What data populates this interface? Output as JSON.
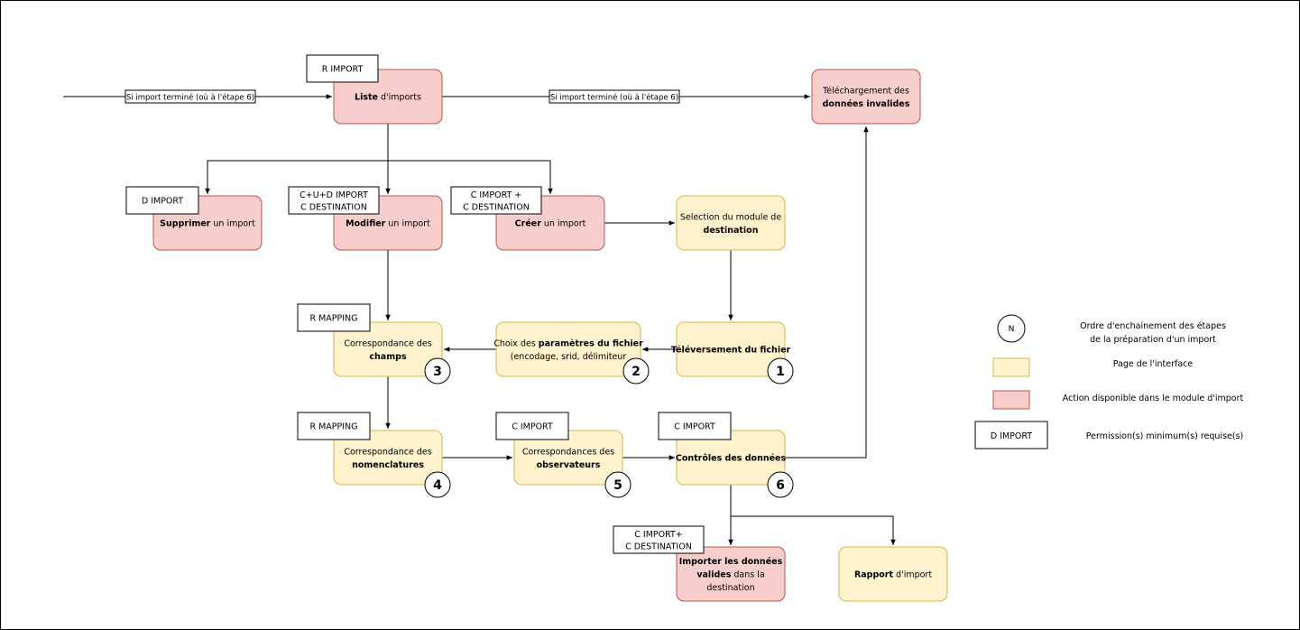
{
  "colors": {
    "page_fill": "#fff2cc",
    "page_stroke": "#d6b656",
    "action_fill": "#f8cecc",
    "action_stroke": "#b85450",
    "line": "#000000",
    "label_box_fill": "#ffffff",
    "label_box_stroke": "#000000"
  },
  "edge_labels": {
    "entry": "Si import terminé (où à l'étape 6)",
    "to_download": "Si import terminé (où à l'étape 6)"
  },
  "nodes": {
    "liste": {
      "type": "action",
      "lines": [
        [
          {
            "t": "Liste",
            "b": true
          },
          {
            "t": " d'imports"
          }
        ]
      ]
    },
    "telechargement": {
      "type": "action",
      "lines": [
        [
          {
            "t": "Téléchargement des"
          }
        ],
        [
          {
            "t": "données invalides",
            "b": true
          }
        ]
      ]
    },
    "supprimer": {
      "type": "action",
      "lines": [
        [
          {
            "t": "Supprimer",
            "b": true
          },
          {
            "t": " un import"
          }
        ]
      ]
    },
    "modifier": {
      "type": "action",
      "lines": [
        [
          {
            "t": "Modifier",
            "b": true
          },
          {
            "t": " un import"
          }
        ]
      ]
    },
    "creer": {
      "type": "action",
      "lines": [
        [
          {
            "t": "Créer",
            "b": true
          },
          {
            "t": " un import"
          }
        ]
      ]
    },
    "selection": {
      "type": "page",
      "lines": [
        [
          {
            "t": "Selection du module de"
          }
        ],
        [
          {
            "t": "destination",
            "b": true
          }
        ]
      ]
    },
    "televersement": {
      "type": "page",
      "lines": [
        [
          {
            "t": "Téléversement du fichier",
            "b": true
          }
        ]
      ]
    },
    "parametres": {
      "type": "page",
      "lines": [
        [
          {
            "t": "Choix des "
          },
          {
            "t": "paramètres du fichier",
            "b": true
          }
        ],
        [
          {
            "t": "(encodage, srid, délimiteur"
          }
        ]
      ]
    },
    "champs": {
      "type": "page",
      "lines": [
        [
          {
            "t": "Correspondance des"
          }
        ],
        [
          {
            "t": "champs",
            "b": true
          }
        ]
      ]
    },
    "nomenclatures": {
      "type": "page",
      "lines": [
        [
          {
            "t": "Correspondance des"
          }
        ],
        [
          {
            "t": "nomenclatures",
            "b": true
          }
        ]
      ]
    },
    "observateurs": {
      "type": "page",
      "lines": [
        [
          {
            "t": "Correspondances des"
          }
        ],
        [
          {
            "t": "observateurs",
            "b": true
          }
        ]
      ]
    },
    "controles": {
      "type": "page",
      "lines": [
        [
          {
            "t": "Contrôles des données",
            "b": true
          }
        ]
      ]
    },
    "importer": {
      "type": "action",
      "lines": [
        [
          {
            "t": "Importer les données",
            "b": true
          }
        ],
        [
          {
            "t": "valides",
            "b": true
          },
          {
            "t": " dans la"
          }
        ],
        [
          {
            "t": "destination"
          }
        ]
      ]
    },
    "rapport": {
      "type": "page",
      "lines": [
        [
          {
            "t": "Rapport",
            "b": true
          },
          {
            "t": " d'import"
          }
        ]
      ]
    }
  },
  "permissions": {
    "liste": [
      "R IMPORT"
    ],
    "supprimer": [
      "D IMPORT"
    ],
    "modifier": [
      "C+U+D IMPORT",
      "C DESTINATION"
    ],
    "creer": [
      "C IMPORT +",
      "C DESTINATION"
    ],
    "champs": [
      "R MAPPING"
    ],
    "nomenclatures": [
      "R MAPPING"
    ],
    "observateurs": [
      "C IMPORT"
    ],
    "controles": [
      "C IMPORT"
    ],
    "importer": [
      "C IMPORT+",
      "C DESTINATION"
    ]
  },
  "steps": {
    "televersement": "1",
    "parametres": "2",
    "champs": "3",
    "nomenclatures": "4",
    "observateurs": "5",
    "controles": "6"
  },
  "legend": {
    "circle_symbol": "N",
    "circle_text": [
      "Ordre d'enchainement des étapes",
      "de la préparation d'un import"
    ],
    "page_text": "Page de l'interface",
    "action_text": "Action disponible dans le module d'import",
    "permission_box_text": "D IMPORT",
    "permission_text": "Permission(s) minimum(s) requise(s)"
  }
}
